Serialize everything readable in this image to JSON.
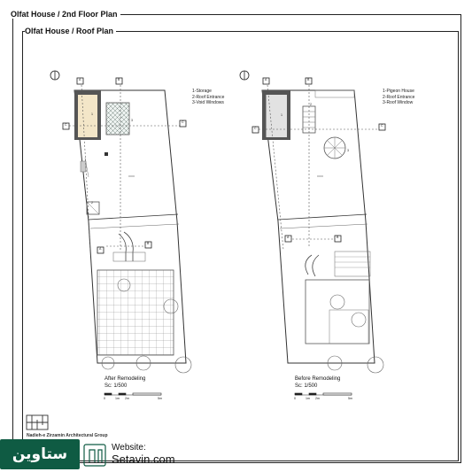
{
  "sheet": {
    "back_title": "Olfat House / 2nd Floor Plan",
    "front_title": "Olfat House / Roof Plan"
  },
  "plans": {
    "after": {
      "legend": [
        "1-Storage",
        "2-Roof Entrance",
        "3-Void Windows"
      ],
      "caption": "After Remodeling",
      "scale": "Sc: 1/500",
      "scale_ticks": [
        "0",
        "1m",
        "2m",
        "5m"
      ],
      "section_markers": [
        "A",
        "B",
        "C",
        "C",
        "A",
        "B"
      ],
      "room_numbers": [
        "1",
        "2",
        "3"
      ]
    },
    "before": {
      "legend": [
        "1-Pigeon House",
        "2-Roof Entrance",
        "3-Roof Window"
      ],
      "caption": "Before Remodeling",
      "scale": "Sc: 1/500",
      "scale_ticks": [
        "0",
        "1m",
        "2m",
        "5m"
      ],
      "section_markers": [
        "A",
        "B",
        "C",
        "C",
        "A",
        "B"
      ],
      "room_numbers": [
        "1",
        "2",
        "3"
      ]
    }
  },
  "credits": {
    "group": "Nadieh-e Zirzamin Architectural Group",
    "brand_persian": "ستاوین",
    "website_label": "Website:",
    "website_url": "Setavin.com"
  },
  "colors": {
    "brand_green": "#0f5b43",
    "storage_fill": "#f3e6c8",
    "storage_edge": "#c9a35c",
    "dark_wall": "#555555"
  }
}
